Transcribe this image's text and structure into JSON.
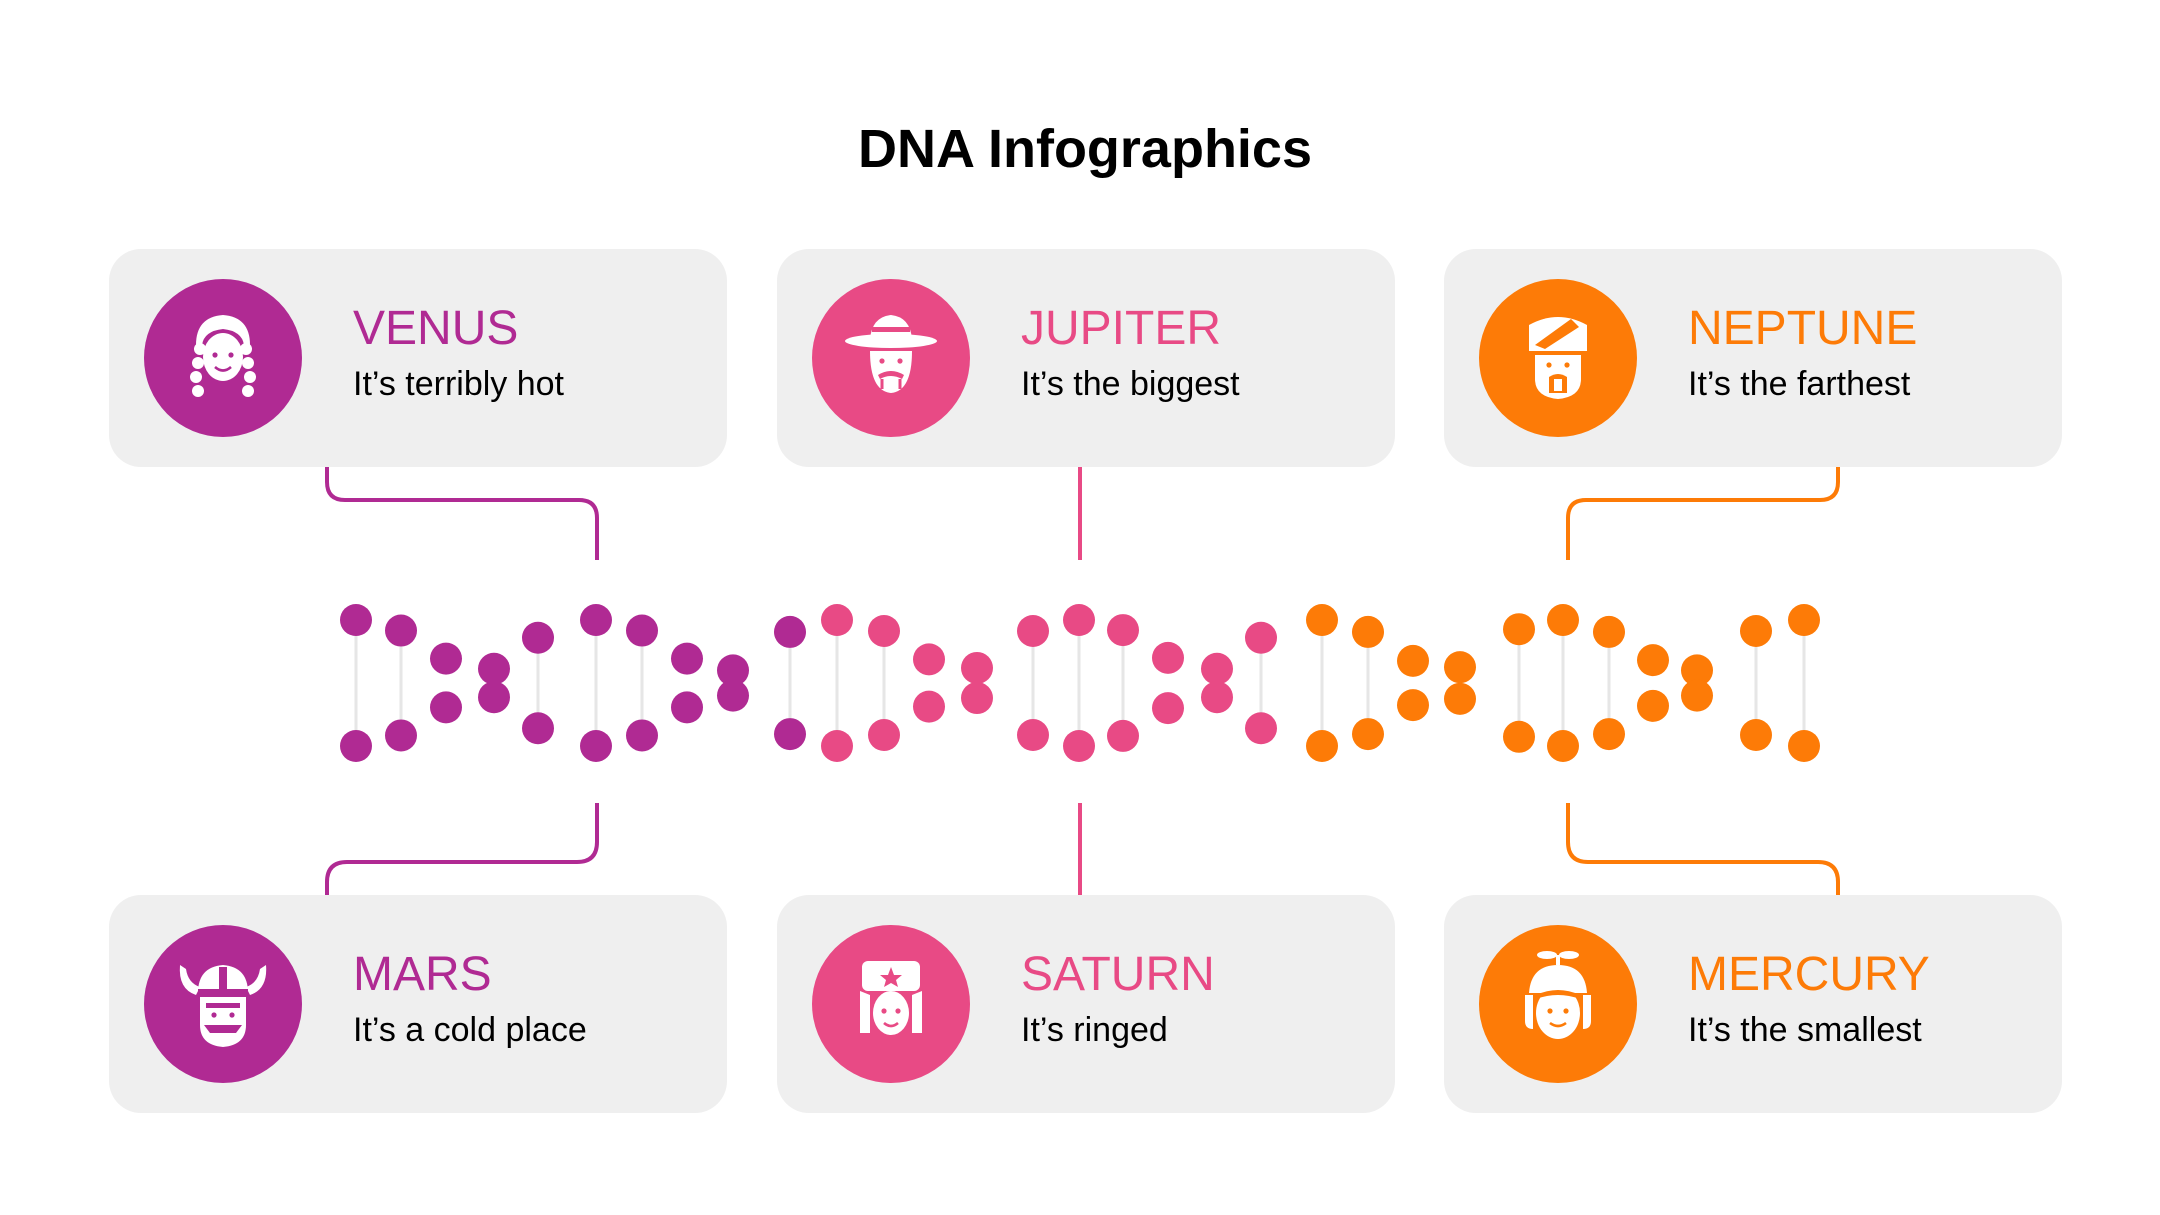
{
  "title": "DNA Infographics",
  "colors": {
    "purple": "#B02A93",
    "pink": "#E84A85",
    "orange": "#FD7B07",
    "card": "#EFEFEF",
    "rung": "#E6E6E6"
  },
  "cards": [
    {
      "title": "VENUS",
      "desc": "It’s terribly hot",
      "color": "#B02A93",
      "icon": "girl-braids-icon"
    },
    {
      "title": "JUPITER",
      "desc": "It’s the biggest",
      "color": "#E84A85",
      "icon": "man-sombrero-icon"
    },
    {
      "title": "NEPTUNE",
      "desc": "It’s the farthest",
      "color": "#FD7B07",
      "icon": "man-turban-icon"
    },
    {
      "title": "MARS",
      "desc": "It’s a cold place",
      "color": "#B02A93",
      "icon": "viking-icon"
    },
    {
      "title": "SATURN",
      "desc": "It’s ringed",
      "color": "#E84A85",
      "icon": "girl-ushanka-icon"
    },
    {
      "title": "MERCURY",
      "desc": "It’s the smallest",
      "color": "#FD7B07",
      "icon": "boy-propeller-cap-icon"
    }
  ]
}
